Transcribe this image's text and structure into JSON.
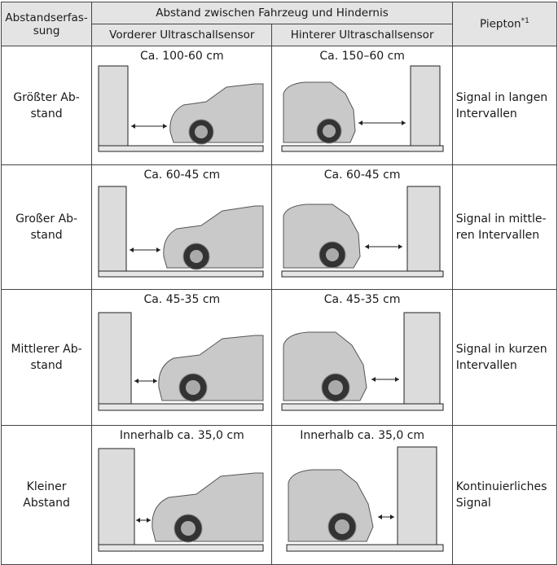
{
  "header": {
    "col1": "Abstandserfas-sung",
    "col1_line1": "Abstandserfas-",
    "col1_line2": "sung",
    "group": "Abstand zwischen Fahrzeug und Hindernis",
    "front": "Vorderer Ultraschallsensor",
    "rear": "Hinterer Ultraschallsensor",
    "beep": "Piepton",
    "beep_note": "*1"
  },
  "rows": [
    {
      "label_l1": "Größter Ab-",
      "label_l2": "stand",
      "front": "Ca. 100-60 cm",
      "rear": "Ca. 150–60 cm",
      "beep_l1": "Signal in langen",
      "beep_l2": "Intervallen"
    },
    {
      "label_l1": "Großer Ab-",
      "label_l2": "stand",
      "front": "Ca. 60-45 cm",
      "rear": "Ca. 60-45 cm",
      "beep_l1": "Signal in mittle-",
      "beep_l2": "ren Intervallen"
    },
    {
      "label_l1": "Mittlerer Ab-",
      "label_l2": "stand",
      "front": "Ca. 45-35 cm",
      "rear": "Ca. 45-35 cm",
      "beep_l1": "Signal in kurzen",
      "beep_l2": "Intervallen"
    },
    {
      "label_l1": "Kleiner Abstand",
      "label_l2": "",
      "front": "Innerhalb ca. 35,0 cm",
      "rear": "Innerhalb ca. 35,0 cm",
      "beep_l1": "Kontinuierliches",
      "beep_l2": "Signal"
    }
  ],
  "colors": {
    "obstacle": "#dcdcdc",
    "car": "#c9c9c9",
    "line": "#222222"
  }
}
